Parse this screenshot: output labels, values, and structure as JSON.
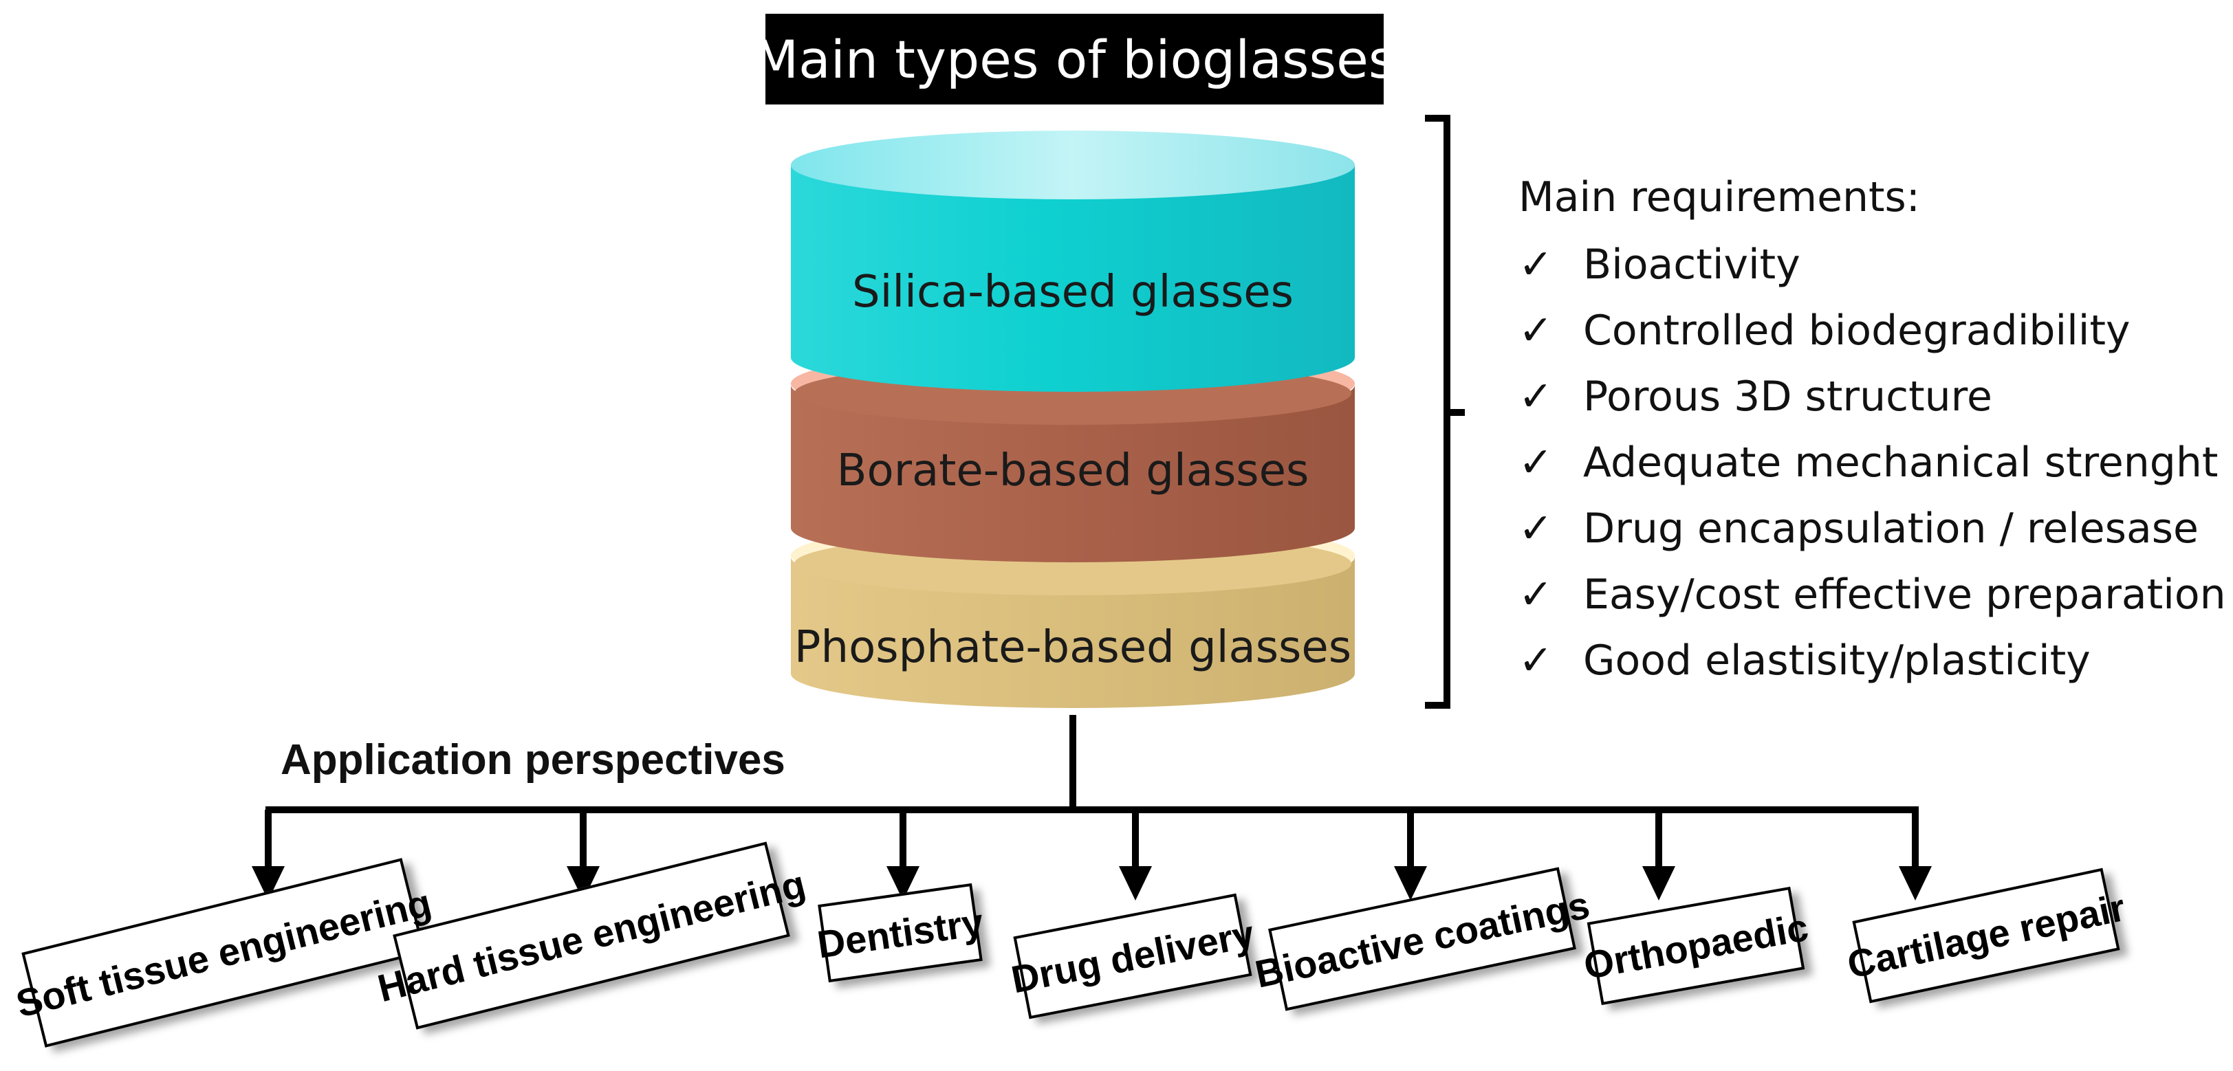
{
  "title": "Main types of bioglasses",
  "glass_types": [
    {
      "label": "Silica-based glasses",
      "color": "#13d3d3"
    },
    {
      "label": "Borate-based glasses",
      "color": "#b0654a"
    },
    {
      "label": "Phosphate-based glasses",
      "color": "#e0c684"
    }
  ],
  "requirements": {
    "heading": "Main requirements:",
    "check_symbol": "✓",
    "items": [
      "Bioactivity",
      "Controlled biodegradibility",
      "Porous 3D structure",
      "Adequate mechanical strenght",
      "Drug encapsulation / relesase",
      "Easy/cost effective preparation",
      "Good elastisity/plasticity"
    ]
  },
  "applications": {
    "title": "Application perspectives",
    "items": [
      {
        "label": "Soft tissue engineering",
        "tilt_deg": -14
      },
      {
        "label": "Hard tissue engineering",
        "tilt_deg": -14
      },
      {
        "label": "Dentistry",
        "tilt_deg": -8
      },
      {
        "label": "Drug delivery",
        "tilt_deg": -11
      },
      {
        "label": "Bioactive coatings",
        "tilt_deg": -12
      },
      {
        "label": "Orthopaedic",
        "tilt_deg": -10
      },
      {
        "label": "Cartilage repair",
        "tilt_deg": -12
      }
    ]
  }
}
